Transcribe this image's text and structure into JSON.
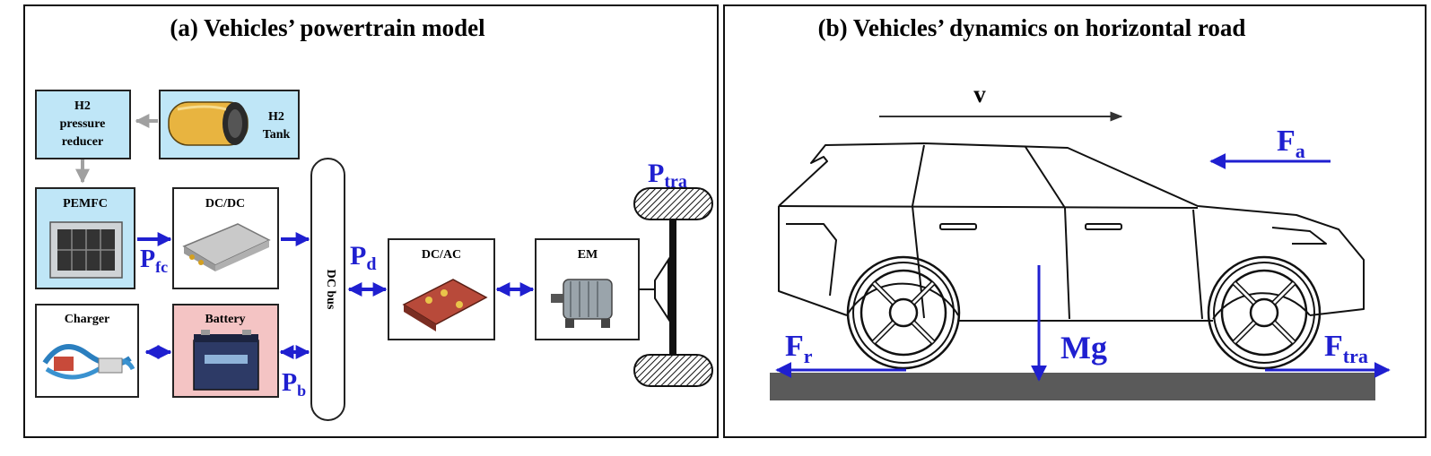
{
  "panel_a": {
    "title": "(a) Vehicles’ powertrain model",
    "components": {
      "h2_reducer": [
        "H2",
        "pressure",
        "reducer"
      ],
      "h2_tank": [
        "H2",
        "Tank"
      ],
      "pemfc": "PEMFC",
      "dcdc": "DC/DC",
      "charger": "Charger",
      "battery": "Battery",
      "dc_bus": "DC bus",
      "dcac": "DC/AC",
      "em": "EM"
    },
    "power_labels": {
      "p_tra": {
        "base": "P",
        "sub": "tra"
      },
      "p_d": {
        "base": "P",
        "sub": "d"
      },
      "p_fc": {
        "base": "P",
        "sub": "fc"
      },
      "p_b": {
        "base": "P",
        "sub": "b"
      }
    }
  },
  "panel_b": {
    "title": "(b) Vehicles’ dynamics on horizontal road",
    "velocity": "v",
    "forces": {
      "f_a": {
        "base": "F",
        "sub": "a"
      },
      "f_r": {
        "base": "F",
        "sub": "r"
      },
      "mg": "Mg",
      "f_tra": {
        "base": "F",
        "sub": "tra"
      }
    }
  },
  "colors": {
    "arrow_blue": "#1f1fd0",
    "box_light_blue": "#bfe6f7",
    "box_pink": "#f4c4c4",
    "road": "#5a5a5a",
    "gray_arrow": "#a0a0a0"
  }
}
